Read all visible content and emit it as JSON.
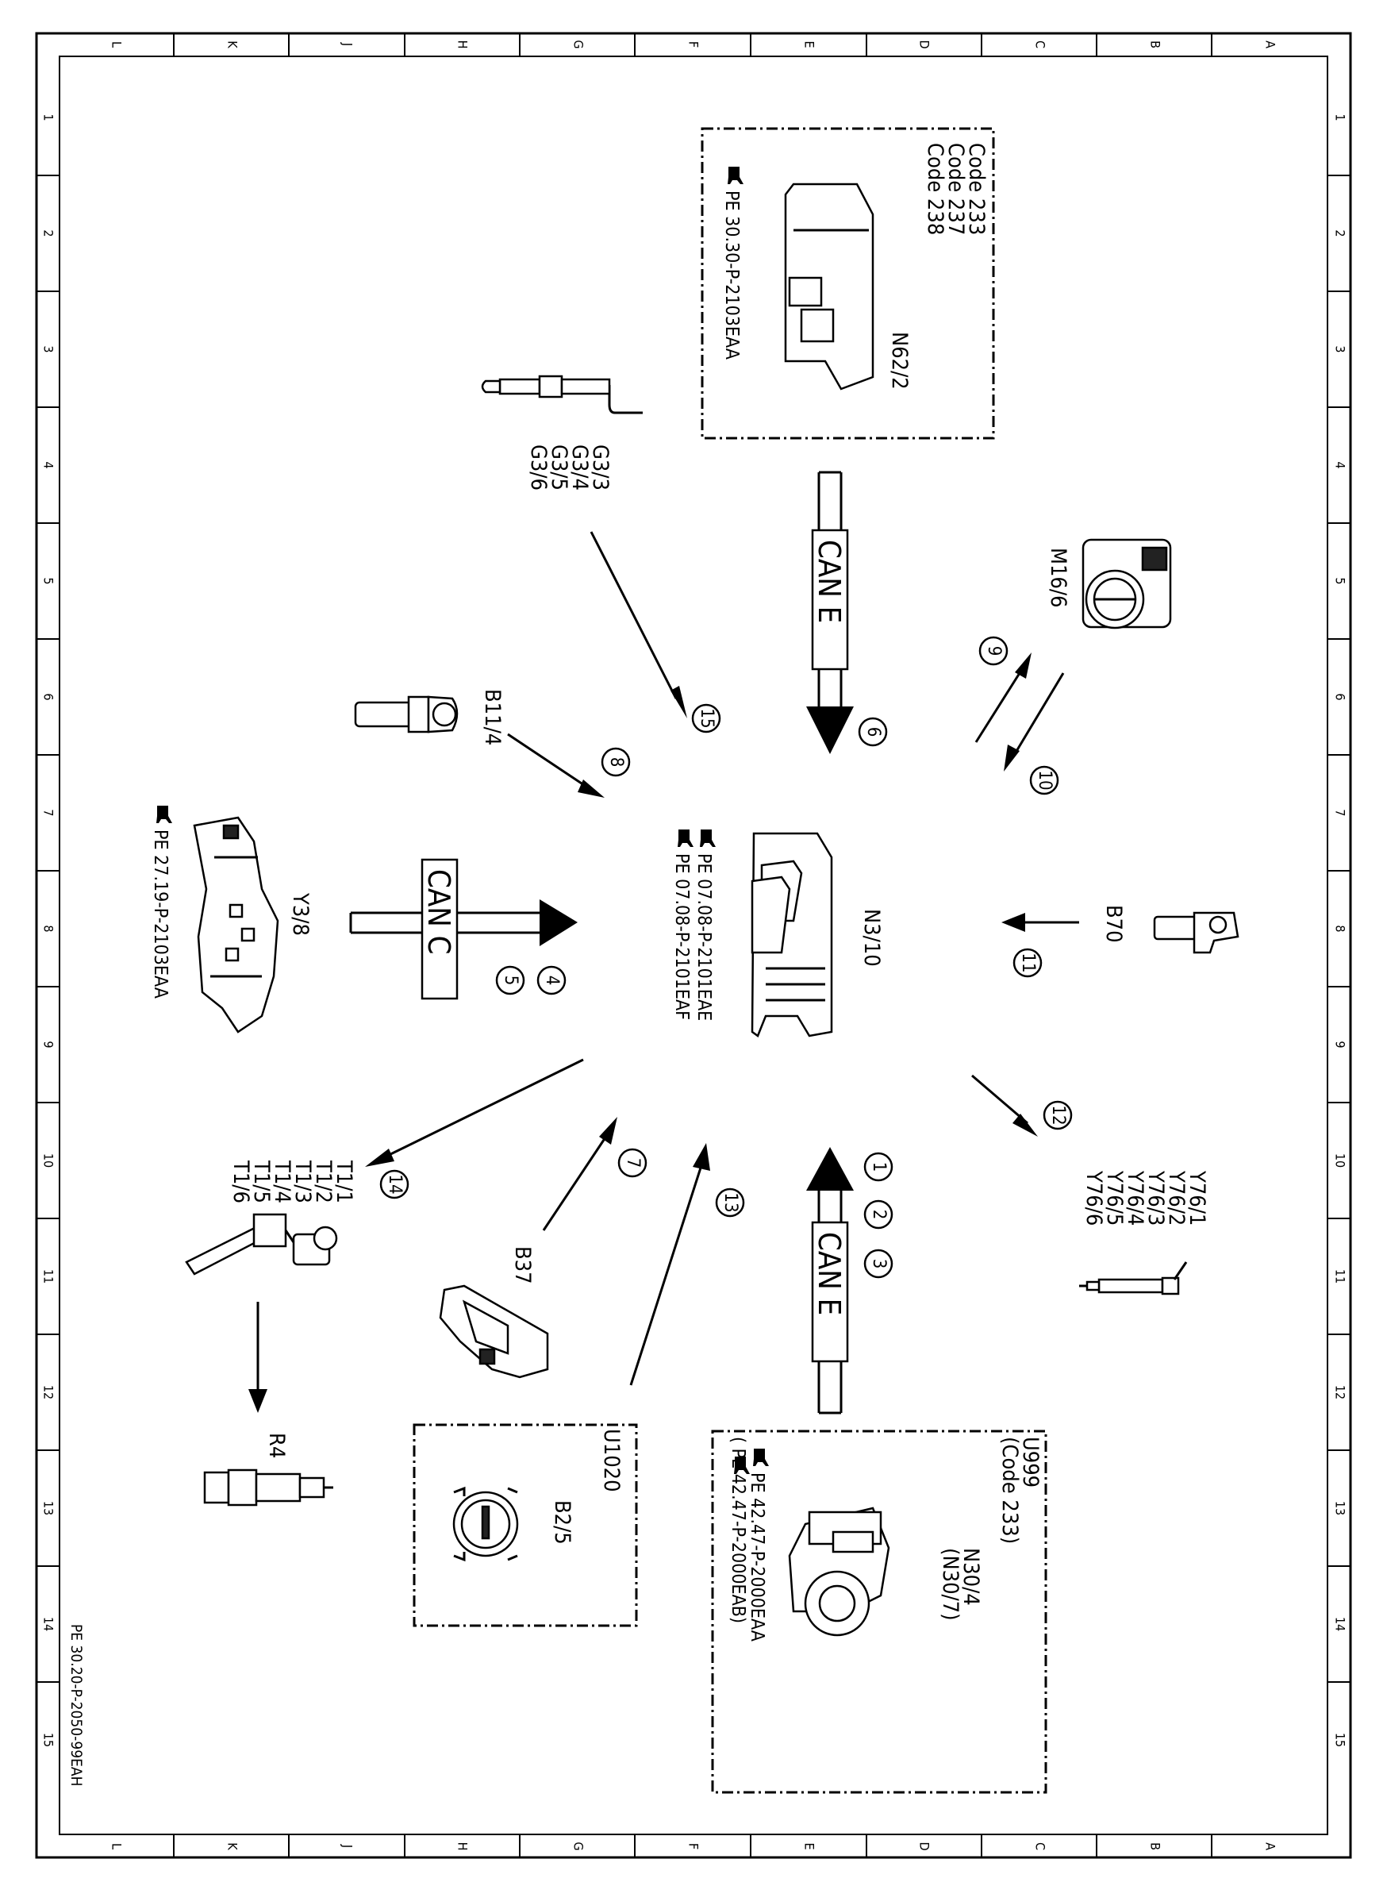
{
  "grid": {
    "columns": [
      "L",
      "K",
      "J",
      "H",
      "G",
      "F",
      "E",
      "D",
      "C",
      "B",
      "A"
    ],
    "rows": [
      "1",
      "2",
      "3",
      "4",
      "5",
      "6",
      "7",
      "8",
      "9",
      "10",
      "11",
      "12",
      "13",
      "14",
      "15"
    ]
  },
  "doc_ref": "PE 30.20-P-2050-99EAH",
  "central": {
    "label": "N3/10",
    "refs": [
      "PE 07.08-P-2101EAE",
      "PE 07.08-P-2101EAF"
    ]
  },
  "buses": [
    {
      "id": "can-e-top",
      "label": "CAN E",
      "numbers": [
        "6"
      ]
    },
    {
      "id": "can-c-left",
      "label": "CAN C",
      "numbers": [
        "4",
        "5"
      ]
    },
    {
      "id": "can-e-bottom",
      "label": "CAN E",
      "numbers": [
        "1",
        "2",
        "3"
      ]
    }
  ],
  "components": {
    "n62": {
      "label": "N62/2",
      "codes": [
        "Code 233",
        "Code 237",
        "Code 238"
      ],
      "ref": "PE 30.30-P-2103EAA"
    },
    "g3": {
      "labels": [
        "G3/3",
        "G3/4",
        "G3/5",
        "G3/6"
      ],
      "number": "15"
    },
    "m16": {
      "label": "M16/6",
      "numbers": [
        "9",
        "10"
      ]
    },
    "b11": {
      "label": "B11/4",
      "number": "8"
    },
    "y3": {
      "label": "Y3/8",
      "ref": "PE 27.19-P-2103EAA"
    },
    "b70": {
      "label": "B70",
      "number": "11"
    },
    "y76": {
      "labels": [
        "Y76/1",
        "Y76/2",
        "Y76/3",
        "Y76/4",
        "Y76/5",
        "Y76/6"
      ],
      "number": "12"
    },
    "t1": {
      "labels": [
        "T1/1",
        "T1/2",
        "T1/3",
        "T1/4",
        "T1/5",
        "T1/6"
      ],
      "number": "14"
    },
    "r4": {
      "label": "R4"
    },
    "b37": {
      "label": "B37",
      "number": "7"
    },
    "u1020": {
      "box_label": "U1020",
      "label": "B2/5",
      "number": "13"
    },
    "u999": {
      "box_label": "U999",
      "code": "(Code 233)",
      "label": "N30/4",
      "label_alt": "(N30/7)",
      "refs": [
        "PE 42.47-P-2000EAA",
        "( PE 42.47-P-2000EAB)"
      ]
    }
  }
}
